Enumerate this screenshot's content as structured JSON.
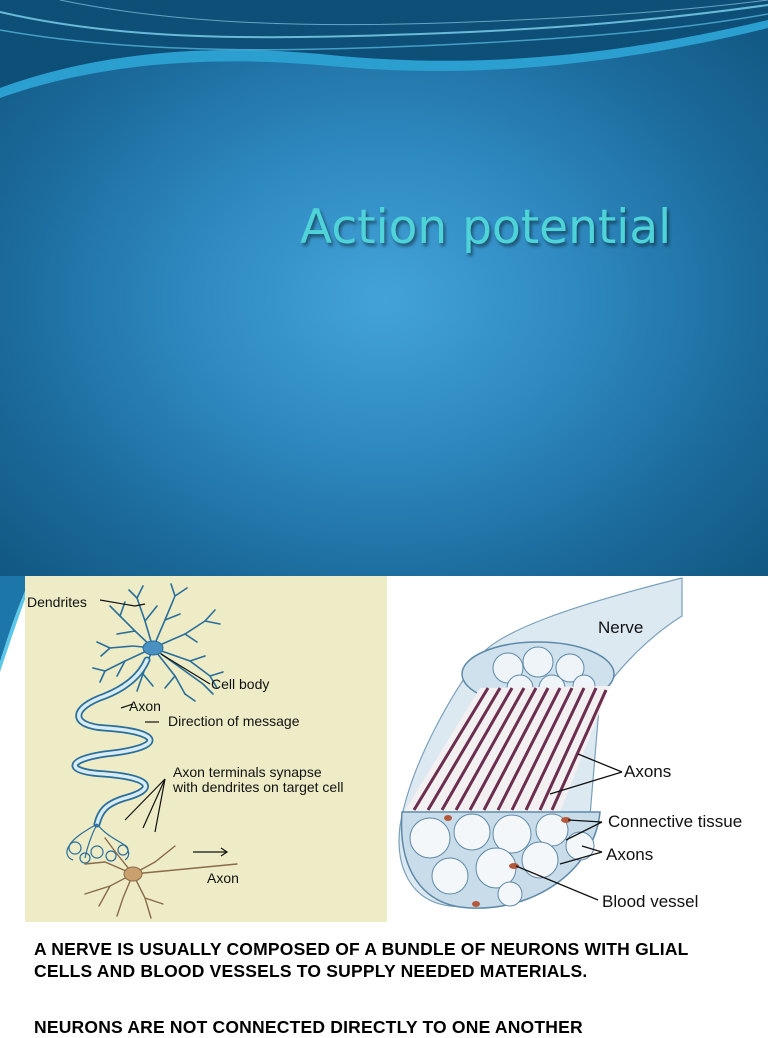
{
  "slide1": {
    "title": "Action potential"
  },
  "neuron_figure": {
    "labels": {
      "dendrites": "Dendrites",
      "cell_body": "Cell body",
      "axon": "Axon",
      "direction": "Direction of message",
      "terminals_line1": "Axon terminals synapse",
      "terminals_line2": "with dendrites on target cell",
      "axon_bottom": "Axon"
    }
  },
  "nerve_figure": {
    "labels": {
      "nerve": "Nerve",
      "axons_upper": "Axons",
      "connective_tissue": "Connective tissue",
      "axons_lower": "Axons",
      "blood_vessel": "Blood vessel"
    }
  },
  "caption": {
    "paragraph1": "A NERVE IS USUALLY COMPOSED OF A BUNDLE OF NEURONS WITH GLIAL CELLS AND BLOOD VESSELS TO SUPPLY NEEDED MATERIALS.",
    "paragraph2_partial": "NEURONS ARE NOT CONNECTED DIRECTLY TO ONE ANOTHER"
  },
  "colors": {
    "title": "#4ed4d8",
    "slide_bg_center": "#43a3d8",
    "slide_bg_edge": "#10557f",
    "neuron_panel_bg": "#eeecc6",
    "neuron_stroke": "#2a6e9a"
  }
}
